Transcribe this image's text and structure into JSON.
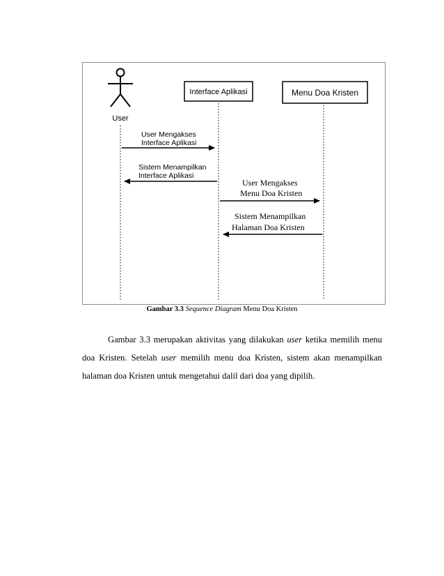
{
  "figure": {
    "actor_label": "User",
    "lifelines": [
      {
        "label": "Interface Aplikasi"
      },
      {
        "label": "Menu Doa Kristen"
      }
    ],
    "messages": [
      {
        "lines": [
          "User Mengakses",
          "Interface Aplikasi"
        ],
        "direction": "right"
      },
      {
        "lines": [
          "Sistem Menampilkan",
          "Interface Aplikasi"
        ],
        "direction": "left"
      },
      {
        "lines": [
          "User Mengakses",
          "Menu Doa Kristen"
        ],
        "direction": "right"
      },
      {
        "lines": [
          "Sistem Menampilkan",
          "Halaman Doa Kristen"
        ],
        "direction": "left"
      }
    ]
  },
  "caption": {
    "number": "Gambar 3.3",
    "italic": "Sequence Diagram",
    "rest": "Menu Doa Kristen"
  },
  "paragraph": {
    "line1_a": "Gambar 3.3 merupakan aktivitas yang dilakukan",
    "line1_em": "user",
    "line1_b": "ketika memilih menu",
    "line2_a": "doa Kristen. Setelah",
    "line2_em": "user",
    "line2_b": "memilih menu doa Kristen, sistem akan menampilkan",
    "line3": "halaman doa Kristen untuk mengetahui dalil dari doa yang dipilih."
  }
}
